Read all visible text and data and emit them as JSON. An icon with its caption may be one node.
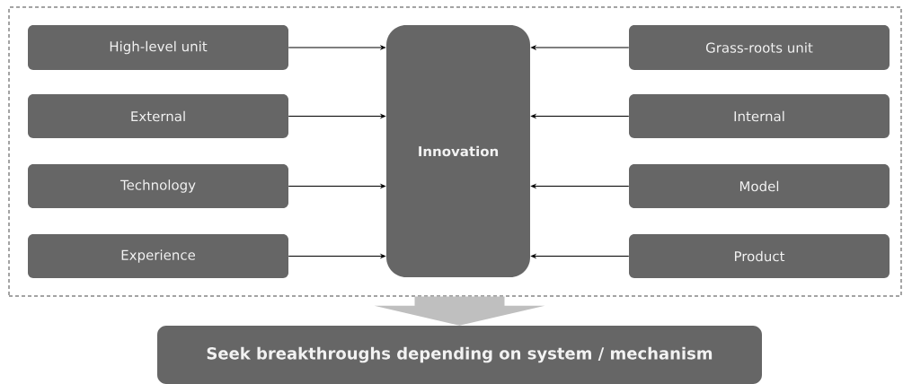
{
  "diagram": {
    "nodes": [
      {
        "text": [],
        "shape": "box"
      },
      {
        "text": [
          "High-level unit"
        ],
        "in": 0
      },
      {
        "text": [
          "Innovation"
        ],
        "in": 0
      },
      {
        "text": [
          "Grass-roots unit"
        ],
        "in": 0
      },
      {
        "text": [
          "External"
        ],
        "in": 0
      },
      {
        "text": [
          "Internal"
        ],
        "in": 0
      },
      {
        "text": [
          "Technology"
        ],
        "in": 0
      },
      {
        "text": [
          "Model"
        ],
        "in": 0
      },
      {
        "text": [
          "Experience"
        ],
        "in": 0
      },
      {
        "text": [
          "Product"
        ],
        "in": 0
      },
      {
        "text": [
          "Seek breakthroughs depending on system / mechanism"
        ]
      }
    ],
    "edges": [
      {
        "from": 1,
        "to": 2,
        "arrow": "to"
      },
      {
        "from": 3,
        "to": 2,
        "arrow": "to"
      },
      {
        "from": 4,
        "to": 2,
        "arrow": "to"
      },
      {
        "from": 5,
        "to": 2,
        "arrow": "to"
      },
      {
        "from": 6,
        "to": 2,
        "arrow": "to"
      },
      {
        "from": 7,
        "to": 2,
        "arrow": "to"
      },
      {
        "from": 8,
        "to": 2,
        "arrow": "to"
      },
      {
        "from": 9,
        "to": 2,
        "arrow": "to"
      },
      {
        "from": 0,
        "to": 10,
        "arrow": "to",
        "style": "thick",
        "color": "#bfbfbf"
      }
    ]
  }
}
